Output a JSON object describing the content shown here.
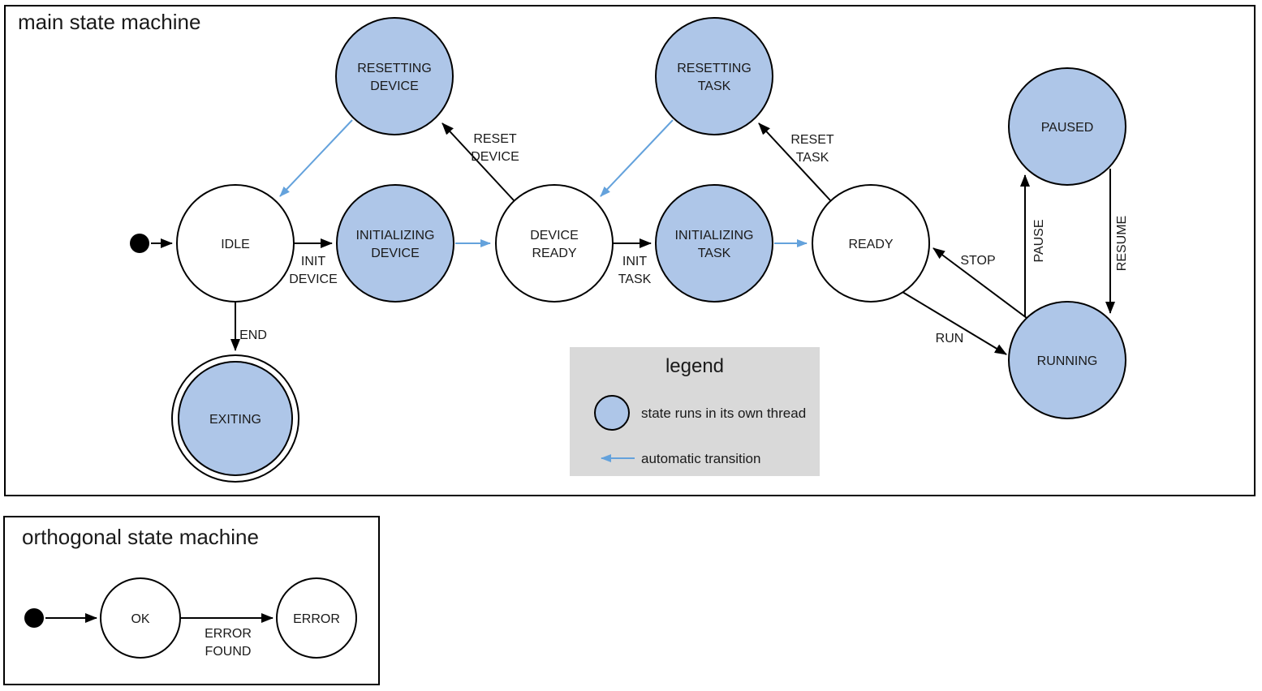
{
  "main_machine": {
    "title": "main state machine",
    "states": {
      "idle": {
        "label": "IDLE"
      },
      "resetting_device": {
        "line1": "RESETTING",
        "line2": "DEVICE"
      },
      "initializing_device": {
        "line1": "INITIALIZING",
        "line2": "DEVICE"
      },
      "device_ready": {
        "line1": "DEVICE",
        "line2": "READY"
      },
      "resetting_task": {
        "line1": "RESETTING",
        "line2": "TASK"
      },
      "initializing_task": {
        "line1": "INITIALIZING",
        "line2": "TASK"
      },
      "ready": {
        "label": "READY"
      },
      "paused": {
        "label": "PAUSED"
      },
      "running": {
        "label": "RUNNING"
      },
      "exiting": {
        "label": "EXITING"
      }
    },
    "transitions": {
      "init_device": {
        "line1": "INIT",
        "line2": "DEVICE"
      },
      "reset_device": {
        "line1": "RESET",
        "line2": "DEVICE"
      },
      "init_task": {
        "line1": "INIT",
        "line2": "TASK"
      },
      "reset_task": {
        "line1": "RESET",
        "line2": "TASK"
      },
      "end": {
        "label": "END"
      },
      "stop": {
        "label": "STOP"
      },
      "run": {
        "label": "RUN"
      },
      "pause": {
        "label": "PAUSE"
      },
      "resume": {
        "label": "RESUME"
      }
    }
  },
  "legend": {
    "title": "legend",
    "thread_item": "state runs in its own thread",
    "auto_item": "automatic transition"
  },
  "orthogonal_machine": {
    "title": "orthogonal state machine",
    "states": {
      "ok": {
        "label": "OK"
      },
      "error": {
        "label": "ERROR"
      }
    },
    "transitions": {
      "error_found": {
        "line1": "ERROR",
        "line2": "FOUND"
      }
    }
  },
  "colors": {
    "threaded_state_fill": "#aec6e8",
    "automatic_transition": "#64a2dc",
    "legend_background": "#d9d9d9",
    "line": "#000000"
  }
}
